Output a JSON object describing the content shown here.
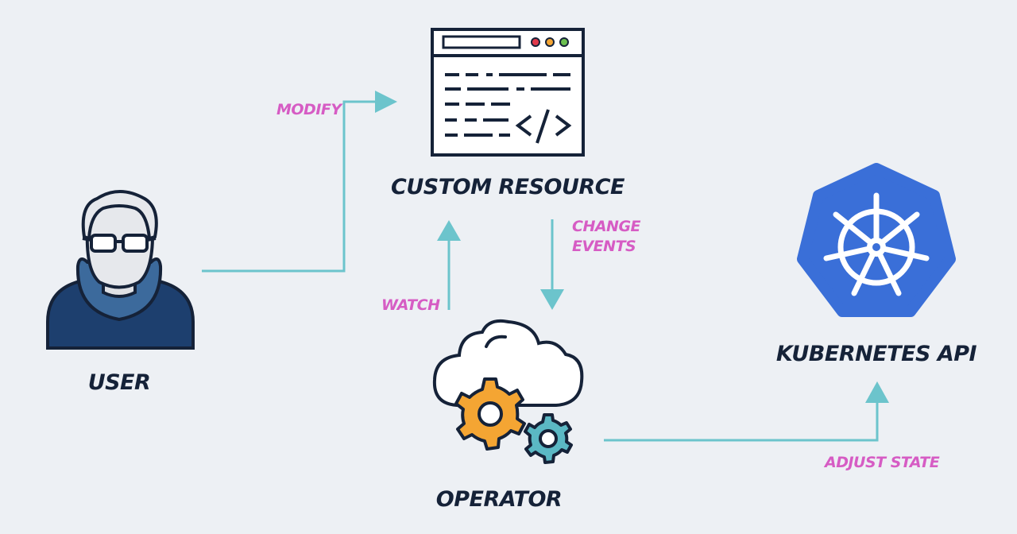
{
  "nodes": {
    "user": "USER",
    "custom_resource": "CUSTOM RESOURCE",
    "operator": "OPERATOR",
    "kubernetes_api": "KUBERNETES API"
  },
  "edges": {
    "modify": "MODIFY",
    "change_events_line1": "CHANGE",
    "change_events_line2": "EVENTS",
    "watch": "WATCH",
    "adjust_state": "ADJUST STATE"
  },
  "colors": {
    "background": "#edf0f4",
    "arrow": "#6cc4cc",
    "edge_label": "#d65cc4",
    "node_label": "#152238",
    "kubernetes_blue": "#3a6fd8",
    "user_hoodie": "#1d3f6e",
    "gear_orange": "#f4a533",
    "gear_teal": "#5bb8c4"
  },
  "icons": {
    "user": "user-glasses-hoodie-icon",
    "custom_resource": "code-window-icon",
    "operator": "cloud-gears-icon",
    "kubernetes_api": "kubernetes-helm-icon"
  }
}
